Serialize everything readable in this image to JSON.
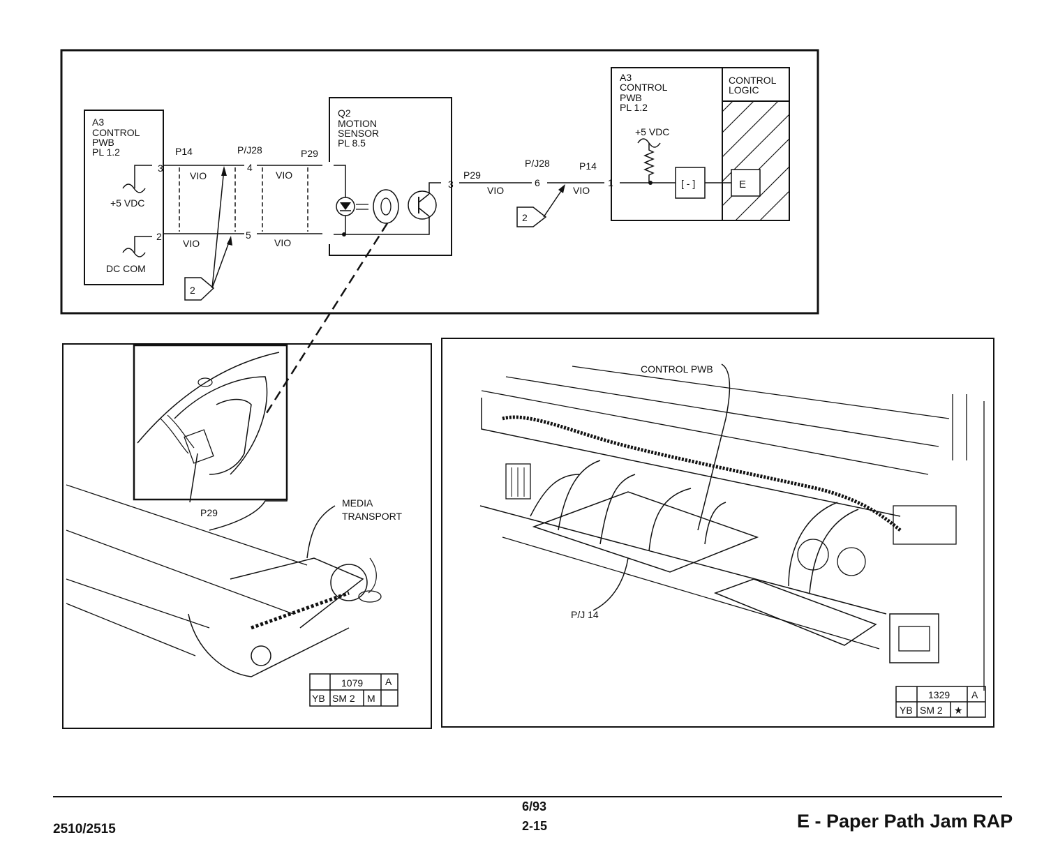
{
  "schematic": {
    "left_block": {
      "ref": "A3",
      "name_1": "CONTROL",
      "name_2": "PWB",
      "pl": "PL 1.2",
      "supply": "+5 VDC",
      "common": "DC COM",
      "pin_top": "3",
      "pin_bottom": "2"
    },
    "connectors_left": {
      "p14": "P14",
      "pj28": "P/J28",
      "p29": "P29",
      "pin_4": "4",
      "pin_5": "5",
      "pin_1": "1",
      "pin_2": "2"
    },
    "wires_left": {
      "vio_1": "VIO",
      "vio_2": "VIO",
      "vio_3": "VIO",
      "vio_4": "VIO"
    },
    "flag_left": "2",
    "sensor": {
      "ref": "Q2",
      "name_1": "MOTION",
      "name_2": "SENSOR",
      "pl": "PL 8.5",
      "pin_out": "3"
    },
    "connectors_right": {
      "p29": "P29",
      "pj28": "P/J28",
      "p14": "P14",
      "pin_6": "6",
      "pin_1": "1"
    },
    "wires_right": {
      "vio_1": "VIO",
      "vio_2": "VIO"
    },
    "flag_right": "2",
    "right_block": {
      "ref": "A3",
      "name_1": "CONTROL",
      "name_2": "PWB",
      "pl": "PL 1.2",
      "supply": "+5 VDC",
      "logic_1": "CONTROL",
      "logic_2": "LOGIC",
      "logic_box": "E"
    }
  },
  "left_illustration": {
    "callout_p29": "P29",
    "callout_media_1": "MEDIA",
    "callout_media_2": "TRANSPORT",
    "id_box": {
      "number": "1079",
      "rev": "A",
      "c1": "YB",
      "c2": "SM 2",
      "c3": "M"
    }
  },
  "right_illustration": {
    "callout_pwb": "CONTROL PWB",
    "callout_pj14": "P/J 14",
    "id_box": {
      "number": "1329",
      "rev": "A",
      "c1": "YB",
      "c2": "SM 2",
      "c3": "★"
    }
  },
  "footer": {
    "model": "2510/2515",
    "date": "6/93",
    "page": "2-15",
    "title": "E - Paper Path Jam RAP"
  }
}
